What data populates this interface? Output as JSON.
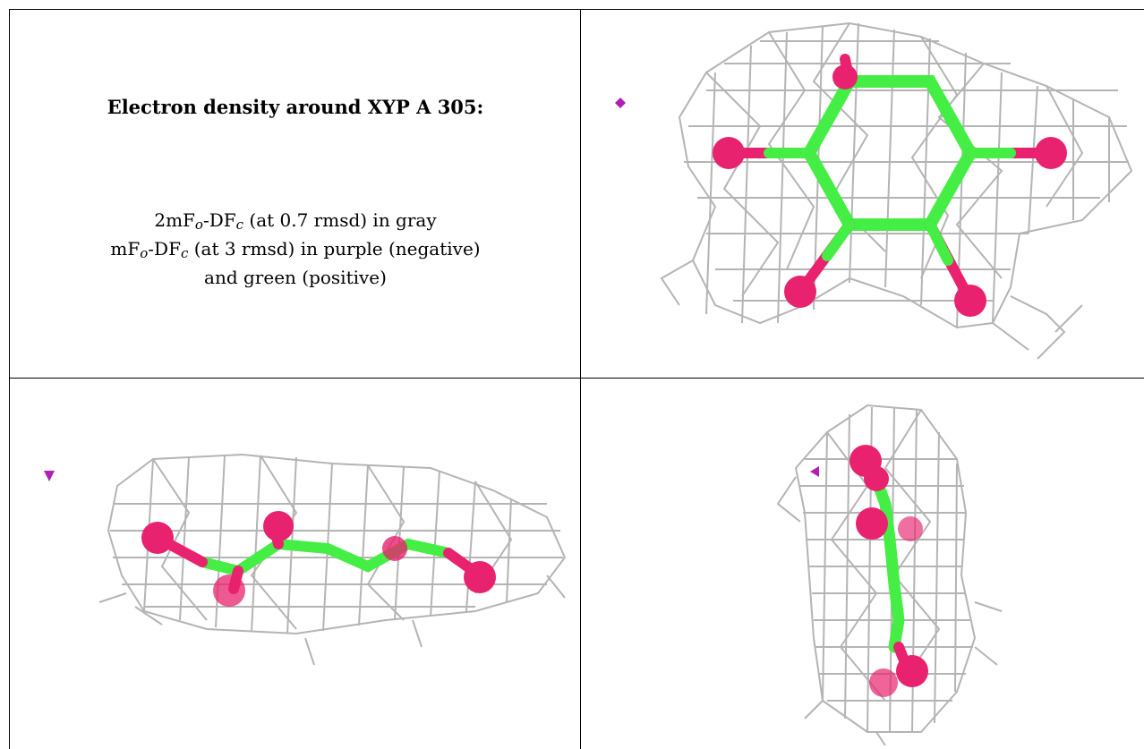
{
  "title": "Electron density around XYP A 305:",
  "legend": {
    "line1": {
      "pre": "2mF",
      "sub1": "o",
      "mid": "-DF",
      "sub2": "c",
      "post": " (at 0.7 rmsd) in gray"
    },
    "line2": {
      "pre": "mF",
      "sub1": "o",
      "mid": "-DF",
      "sub2": "c",
      "post": " (at 3 rmsd) in purple (negative)"
    },
    "line3": "and green (positive)"
  },
  "colors": {
    "mesh": "#b4b4b4",
    "carbon": "#44ee44",
    "oxygen": "#e8226e",
    "negative": "#b21fb6"
  },
  "panels": [
    "top-view",
    "side-view",
    "end-view"
  ]
}
